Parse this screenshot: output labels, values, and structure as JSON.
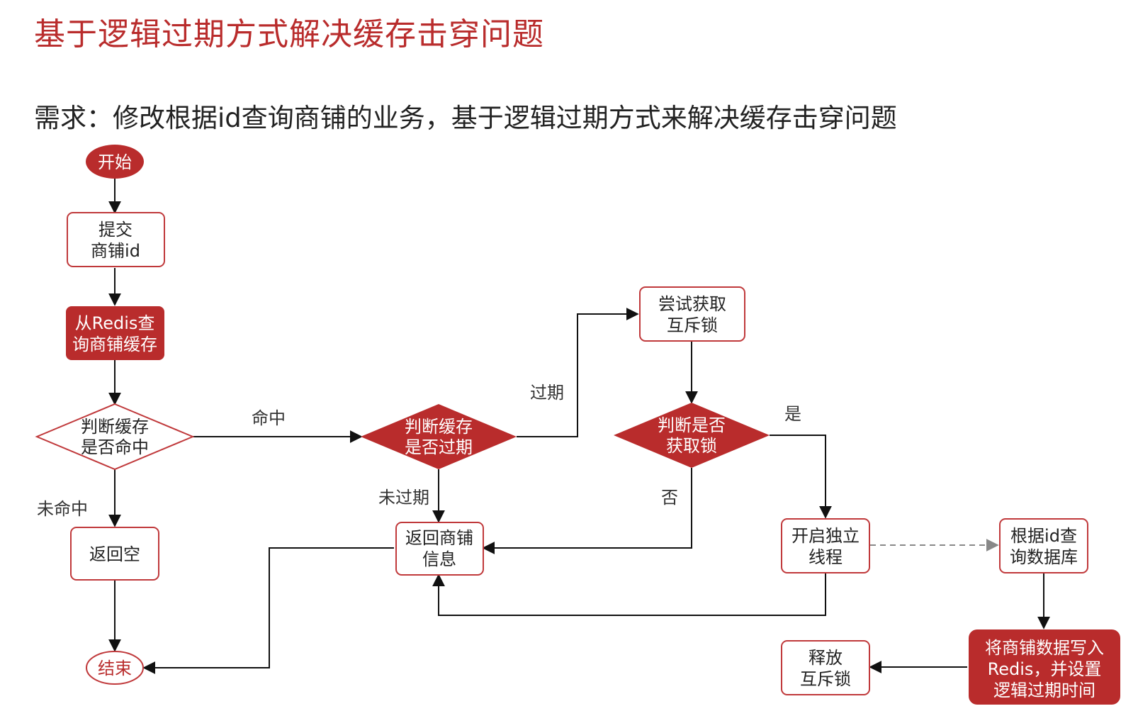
{
  "header": {
    "title": "基于逻辑过期方式解决缓存击穿问题",
    "subtitle": "需求：修改根据id查询商铺的业务，基于逻辑过期方式来解决缓存击穿问题"
  },
  "colors": {
    "accent": "#b92c2c",
    "outline": "#c0393b",
    "line": "#111111",
    "dashed": "#888888"
  },
  "nodes": {
    "start": "开始",
    "submit": [
      "提交",
      "商铺id"
    ],
    "query_redis": [
      "从Redis查",
      "询商铺缓存"
    ],
    "check_hit": [
      "判断缓存",
      "是否命中"
    ],
    "return_empty": "返回空",
    "end": "结束",
    "check_expired": [
      "判断缓存",
      "是否过期"
    ],
    "return_shop": [
      "返回商铺",
      "信息"
    ],
    "try_lock": [
      "尝试获取",
      "互斥锁"
    ],
    "check_lock": [
      "判断是否",
      "获取锁"
    ],
    "new_thread": [
      "开启独立",
      "线程"
    ],
    "query_db": [
      "根据id查",
      "询数据库"
    ],
    "write_redis": [
      "将商铺数据写入",
      "Redis，并设置",
      "逻辑过期时间"
    ],
    "release_lock": [
      "释放",
      "互斥锁"
    ]
  },
  "edge_labels": {
    "hit": "命中",
    "miss": "未命中",
    "expired": "过期",
    "not_expired": "未过期",
    "yes": "是",
    "no": "否"
  }
}
